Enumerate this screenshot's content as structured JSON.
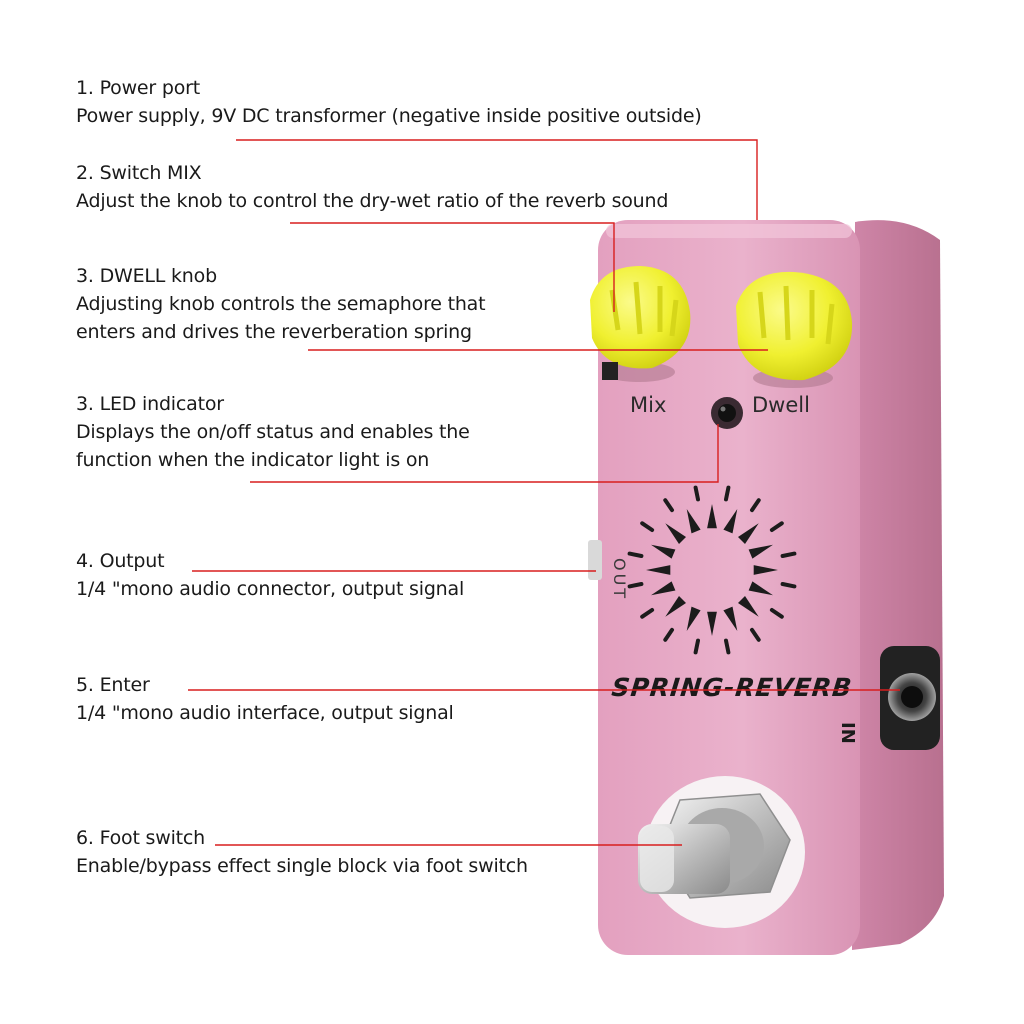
{
  "callouts": [
    {
      "title": "1. Power port",
      "desc": [
        "Power supply, 9V DC transformer (negative inside positive outside)"
      ]
    },
    {
      "title": "2. Switch MIX",
      "desc": [
        "Adjust the knob to control the dry-wet ratio of the reverb sound"
      ]
    },
    {
      "title": "3. DWELL knob",
      "desc": [
        "Adjusting knob controls the semaphore that",
        "enters and drives the reverberation spring"
      ]
    },
    {
      "title": "3. LED indicator",
      "desc": [
        "Displays the on/off status and enables the",
        "function when the indicator light is on"
      ]
    },
    {
      "title": "4. Output",
      "desc": [
        "1/4 \"mono audio connector, output signal"
      ]
    },
    {
      "title": "5. Enter",
      "desc": [
        "1/4 \"mono audio interface, output signal"
      ]
    },
    {
      "title": "6. Foot switch",
      "desc": [
        "Enable/bypass effect single block via foot switch"
      ]
    }
  ],
  "pedal": {
    "knob_left_label": "Mix",
    "knob_right_label": "Dwell",
    "brand_text": "SPRING-REVERB",
    "output_label": "OUT",
    "input_label": "IN",
    "body_color": "#e7a9c6",
    "knob_color": "#f2f23a",
    "leader_color": "#d81e1e"
  }
}
